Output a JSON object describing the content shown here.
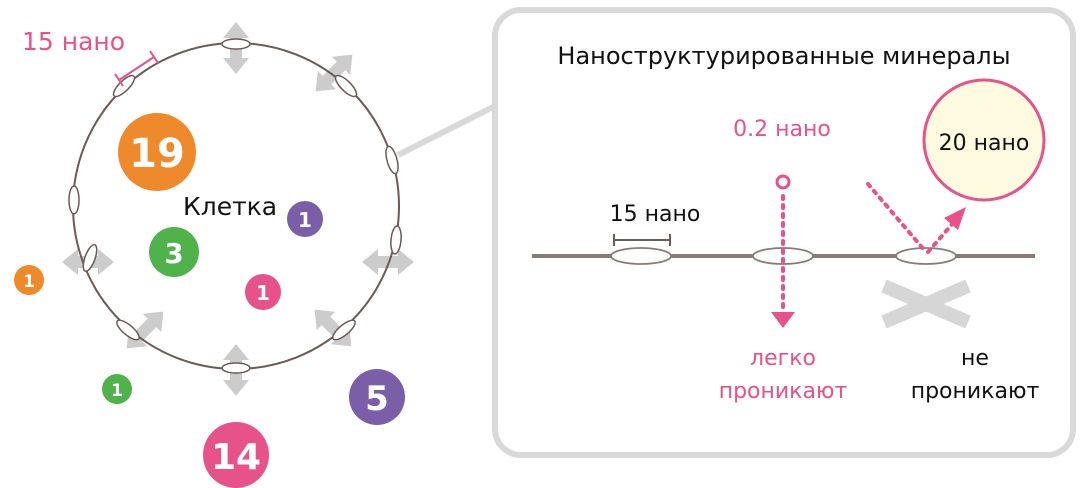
{
  "cell": {
    "membrane_label": "15 нано",
    "cell_label": "Клетка",
    "particles": [
      {
        "label": "19",
        "color": "#ef8a2c",
        "location": "inside"
      },
      {
        "label": "3",
        "color": "#4fb24a",
        "location": "inside"
      },
      {
        "label": "1",
        "color": "#7b5ea8",
        "location": "inside"
      },
      {
        "label": "1",
        "color": "#e8528a",
        "location": "inside"
      },
      {
        "label": "1",
        "color": "#ef8a2c",
        "location": "outside"
      },
      {
        "label": "1",
        "color": "#4fb24a",
        "location": "outside"
      },
      {
        "label": "5",
        "color": "#7b5ea8",
        "location": "outside"
      },
      {
        "label": "14",
        "color": "#e8528a",
        "location": "outside"
      }
    ]
  },
  "panel": {
    "title": "Наноструктурированные минералы",
    "pore_label": "15 нано",
    "small_particle_label": "0.2 нано",
    "large_particle_label": "20 нано",
    "pass_label_line1": "легко",
    "pass_label_line2": "проникают",
    "block_label_line1": "не",
    "block_label_line2": "проникают"
  },
  "colors": {
    "pink": "#e8528a",
    "arrow_gray": "#c9c9c9",
    "membrane": "#6b5a56",
    "panel_border": "#d9d9d9",
    "particle_fill": "#fffbe0"
  }
}
